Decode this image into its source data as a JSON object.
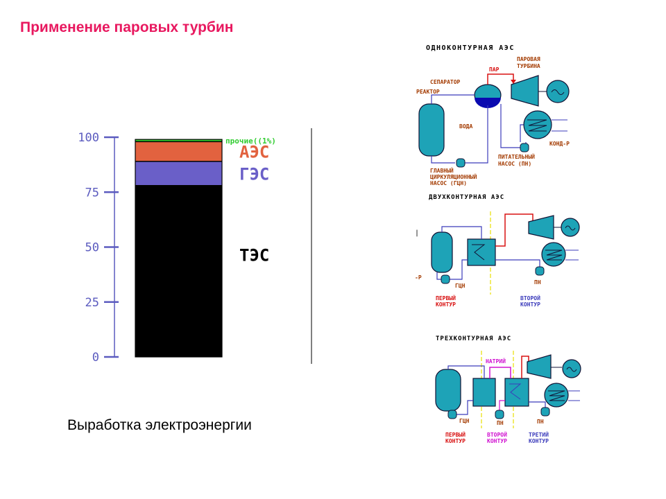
{
  "title": "Применение паровых турбин",
  "caption": "Выработка электроэнергии",
  "colors": {
    "title": "#e8185f",
    "tes": "#000000",
    "ges": "#6a5fc8",
    "aes": "#e2623f",
    "other": "#30cc30",
    "axis": "#5b5bbf",
    "component": "#1ea3b7",
    "diagram_text": "#a33a00",
    "steam": "#d81010",
    "water_line": "#3b3bbb",
    "sodium": "#d010d0",
    "divider": "#e8e000"
  },
  "chart_data": {
    "type": "bar",
    "stacked": true,
    "categories": [
      ""
    ],
    "series": [
      {
        "name": "ТЭС",
        "values": [
          78
        ]
      },
      {
        "name": "ГЭС",
        "values": [
          11
        ]
      },
      {
        "name": "АЭС",
        "values": [
          9
        ]
      },
      {
        "name": "прочие((1%)",
        "values": [
          1
        ]
      }
    ],
    "ylim": [
      0,
      100
    ],
    "yticks": [
      "0",
      "25",
      "50",
      "75",
      "100"
    ],
    "ytick_values": [
      0,
      25,
      50,
      75,
      100
    ],
    "grid": false
  },
  "diagram1": {
    "title": "ОДНОКОНТУРНАЯ АЭС",
    "labels": {
      "steam": "ПАР",
      "turbine_1": "ПАРОВАЯ",
      "turbine_2": "ТУРБИНА",
      "separator": "СЕПАРАТОР",
      "reactor": "РЕАКТОР",
      "water": "ВОДА",
      "condenser": "КОНД-Р",
      "feed_pump_1": "ПИТАТЕЛЬНЫЙ",
      "feed_pump_2": "НАСОС (ПН)",
      "main_pump_1": "ГЛАВНЫЙ",
      "main_pump_2": "ЦИРКУЛЯЦИОННЫЙ",
      "main_pump_3": "НАСОС (ГЦН)"
    }
  },
  "diagram2": {
    "title": "ДВУХКОНТУРНАЯ АЭС",
    "labels": {
      "cond_cut": "-Р",
      "left_mark": "|",
      "gcn": "ГЦН",
      "pn": "ПН",
      "first_1": "ПЕРВЫЙ",
      "first_2": "КОНТУР",
      "second_1": "ВТОРОЙ",
      "second_2": "КОНТУР"
    }
  },
  "diagram3": {
    "title": "ТРЕХКОНТУРНАЯ АЭС",
    "labels": {
      "sodium": "НАТРИЙ",
      "gcn": "ГЦН",
      "pn1": "ПН",
      "pn2": "ПН",
      "first_1": "ПЕРВЫЙ",
      "first_2": "КОНТУР",
      "second_1": "ВТОРОЙ",
      "second_2": "КОНТУР",
      "third_1": "ТРЕТИЙ",
      "third_2": "КОНТУР"
    }
  }
}
